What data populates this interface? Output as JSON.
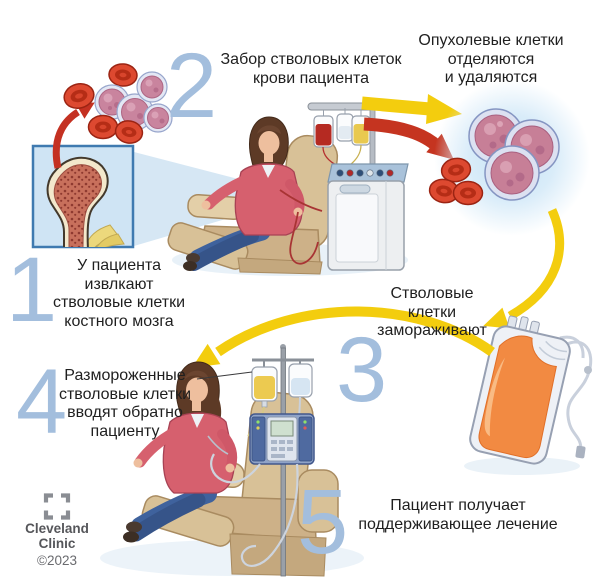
{
  "steps": [
    {
      "number": "1",
      "label": "У пациента\nизвлкают\nстволовые клетки\nкостного мозга"
    },
    {
      "number": "2",
      "label": "Забор стволовых клеток\nкрови пациента"
    },
    {
      "number": "3",
      "label": "Стволовые\nклетки\nзамораживают"
    },
    {
      "number": "4",
      "label": "Размороженные\nстволовые клетки\nвводят обратно\nпациенту"
    },
    {
      "number": "5",
      "label": "Пациент получает\nподдерживающее лечение"
    }
  ],
  "callouts": {
    "tumor_cells": "Опухолевые клетки\nотделяются\nи удаляются"
  },
  "footer": {
    "brand_line1": "Cleveland",
    "brand_line2": "Clinic",
    "copyright": "©2023"
  },
  "icons": {
    "logo_mark": "cleveland-clinic-square-brackets"
  },
  "colors": {
    "step_number": "#a3bedd",
    "body_text": "#1f1f1f",
    "arrow_yellow": "#f3cd0e",
    "arrow_red": "#c53420",
    "bag_fluid_orange": "#f28a42",
    "stem_cell_pink": "#c77f97",
    "chair_tan": "#d8c197",
    "inset_border_blue": "#3f7ab0"
  }
}
